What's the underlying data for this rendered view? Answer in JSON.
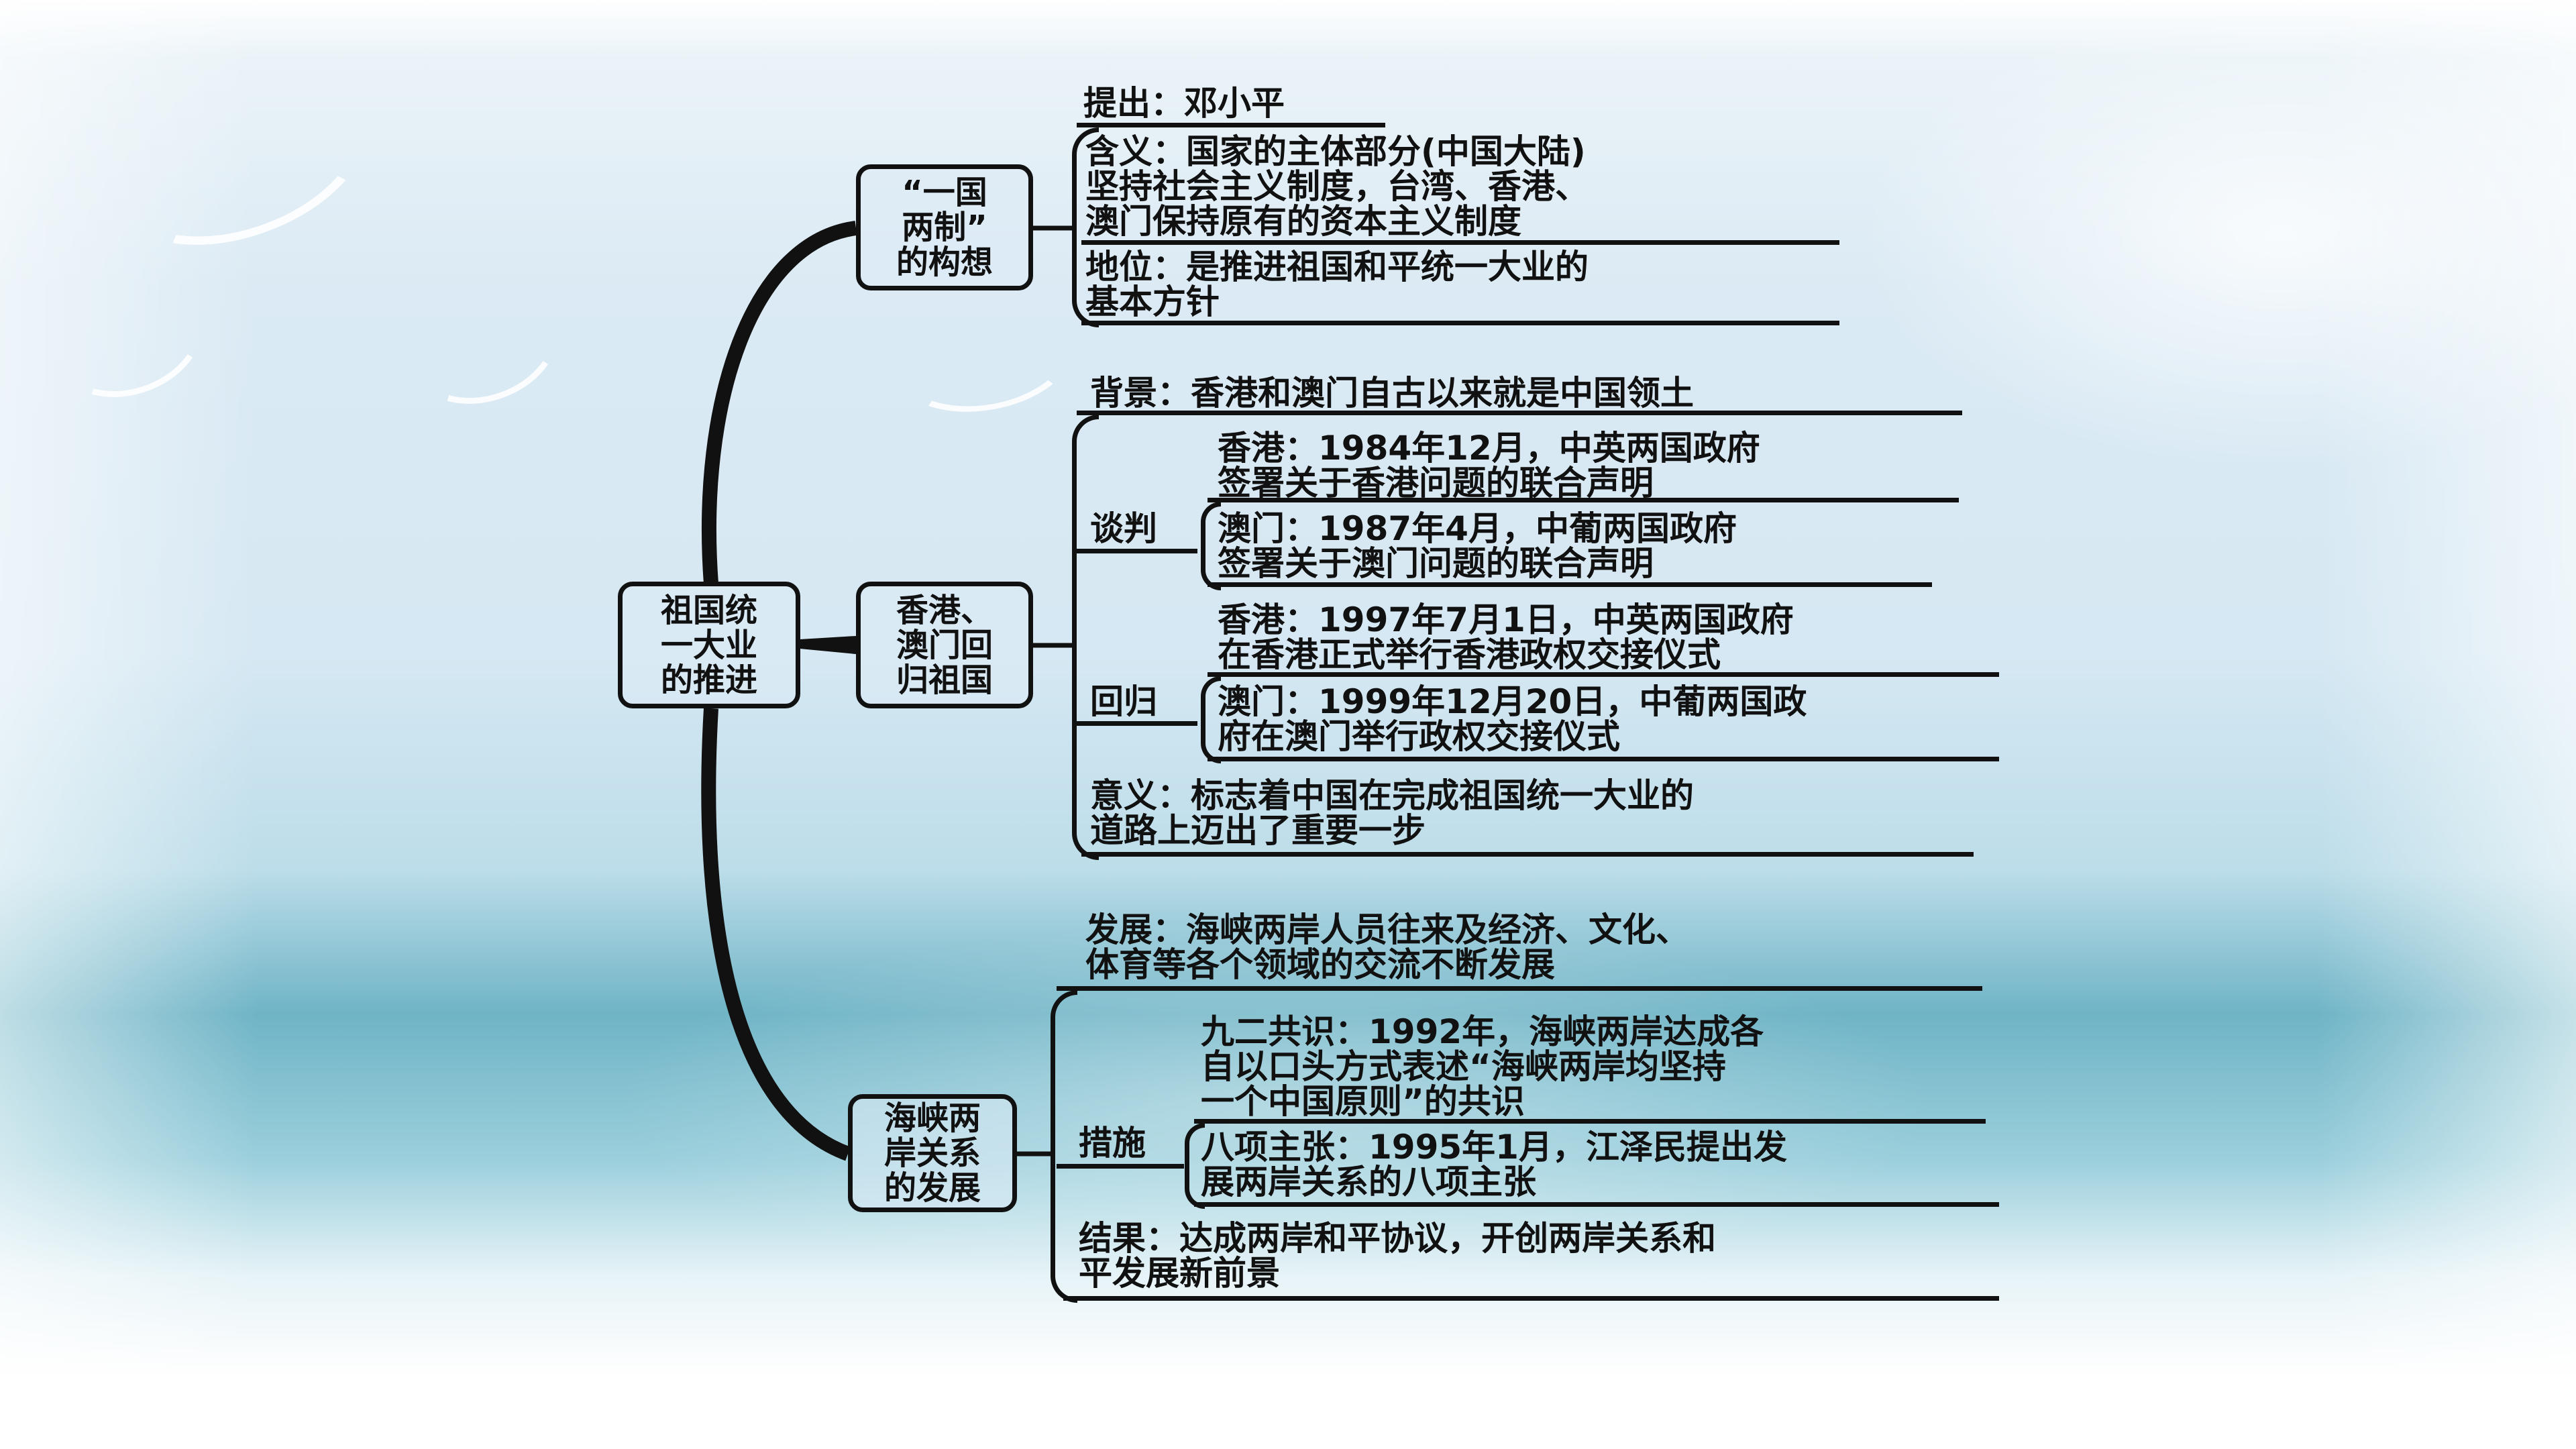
{
  "root": {
    "label": "祖国统\n一大业\n的推进"
  },
  "branches": [
    {
      "label": "“一国\n两制”\n的构想",
      "items": [
        {
          "text": "提出：邓小平"
        },
        {
          "lines": [
            "含义：国家的主体部分(中国大陆)",
            "坚持社会主义制度，台湾、香港、",
            "澳门保持原有的资本主义制度"
          ]
        },
        {
          "lines": [
            "地位：是推进祖国和平统一大业的",
            "基本方针"
          ]
        }
      ]
    },
    {
      "label": "香港、\n澳门回\n归祖国",
      "items": [
        {
          "text": "背景：香港和澳门自古以来就是中国领土"
        },
        {
          "group": "谈判",
          "children": [
            {
              "lines": [
                "香港：1984年12月，中英两国政府",
                "签署关于香港问题的联合声明"
              ]
            },
            {
              "lines": [
                "澳门：1987年4月，中葡两国政府",
                "签署关于澳门问题的联合声明"
              ]
            }
          ]
        },
        {
          "group": "回归",
          "children": [
            {
              "lines": [
                "香港：1997年7月1日，中英两国政府",
                "在香港正式举行香港政权交接仪式"
              ]
            },
            {
              "lines": [
                "澳门：1999年12月20日，中葡两国政",
                "府在澳门举行政权交接仪式"
              ]
            }
          ]
        },
        {
          "lines": [
            "意义：标志着中国在完成祖国统一大业的",
            "道路上迈出了重要一步"
          ]
        }
      ]
    },
    {
      "label": "海峡两\n岸关系\n的发展",
      "items": [
        {
          "lines": [
            "发展：海峡两岸人员往来及经济、文化、",
            "体育等各个领域的交流不断发展"
          ]
        },
        {
          "group": "措施",
          "children": [
            {
              "lines": [
                "九二共识：1992年，海峡两岸达成各",
                "自以口头方式表述“海峡两岸均坚持",
                "一个中国原则”的共识"
              ]
            },
            {
              "lines": [
                "八项主张：1995年1月，江泽民提出发",
                "展两岸关系的八项主张"
              ]
            }
          ]
        },
        {
          "lines": [
            "结果：达成两岸和平协议，开创两岸关系和",
            "平发展新前景"
          ]
        }
      ]
    }
  ],
  "icons": {
    "bird": "seagull-silhouette"
  },
  "colors": {
    "line": "#111111",
    "sky": "#d6e8f3",
    "sea": "#6fb4c6"
  }
}
